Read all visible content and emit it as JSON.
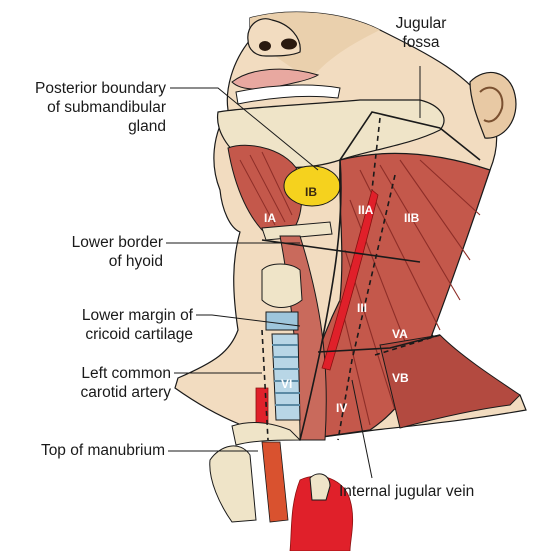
{
  "labels": {
    "jugular_fossa": [
      "Jugular",
      "fossa"
    ],
    "posterior_boundary": [
      "Posterior boundary",
      "of submandibular",
      "gland"
    ],
    "lower_border_hyoid": [
      "Lower border",
      "of hyoid"
    ],
    "lower_margin_cricoid": [
      "Lower margin of",
      "cricoid cartilage"
    ],
    "left_common_carotid": [
      "Left common",
      "carotid artery"
    ],
    "top_of_manubrium": "Top of manubrium",
    "internal_jugular_vein": "Internal jugular vein"
  },
  "zones": {
    "ia": "IA",
    "ib": "IB",
    "iia": "IIA",
    "iib": "IIB",
    "iii": "III",
    "iv": "IV",
    "va": "VA",
    "vb": "VB",
    "vi": "VI"
  },
  "colors": {
    "skin": "#f2dcc0",
    "skin_shadow": "#e2c39e",
    "muscle": "#c4584b",
    "muscle_dark": "#8e2e28",
    "artery": "#e0202a",
    "gland": "#f5d21e",
    "bone": "#efe4c8",
    "cartilage": "#9ec6dc",
    "line": "#1a1a1a"
  }
}
